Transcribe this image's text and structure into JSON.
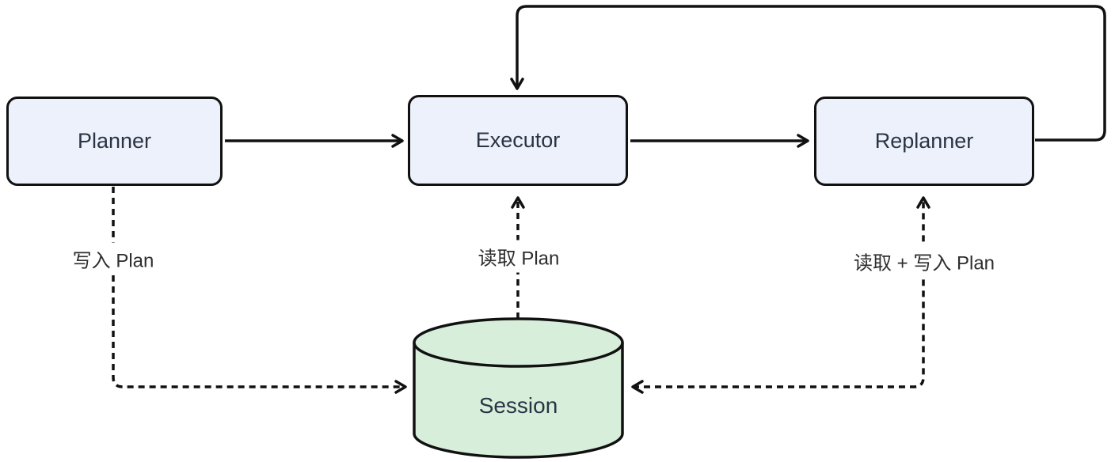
{
  "diagram": {
    "type": "flowchart",
    "nodes": [
      {
        "id": "planner",
        "label": "Planner",
        "shape": "rounded-box"
      },
      {
        "id": "executor",
        "label": "Executor",
        "shape": "rounded-box"
      },
      {
        "id": "replanner",
        "label": "Replanner",
        "shape": "rounded-box"
      },
      {
        "id": "session",
        "label": "Session",
        "shape": "database-cylinder"
      }
    ],
    "edges": [
      {
        "from": "planner",
        "to": "executor",
        "style": "solid",
        "label": "",
        "route": "straight"
      },
      {
        "from": "executor",
        "to": "replanner",
        "style": "solid",
        "label": "",
        "route": "straight"
      },
      {
        "from": "replanner",
        "to": "executor",
        "style": "solid",
        "label": "",
        "route": "top-loop"
      },
      {
        "from": "planner",
        "to": "session",
        "style": "dashed",
        "label": "写入 Plan",
        "arrows": "single"
      },
      {
        "from": "session",
        "to": "executor",
        "style": "dashed",
        "label": "读取 Plan",
        "arrows": "single"
      },
      {
        "from": "replanner",
        "to": "session",
        "style": "dashed",
        "label": "读取 + 写入 Plan",
        "arrows": "both"
      }
    ],
    "colors": {
      "background": "#ffffff",
      "node_fill": "#ecf1fb",
      "node_border": "#111111",
      "node_text": "#2b3445",
      "cylinder_fill": "#d7efda",
      "line": "#111111",
      "label_text": "#2e2e2e"
    }
  }
}
